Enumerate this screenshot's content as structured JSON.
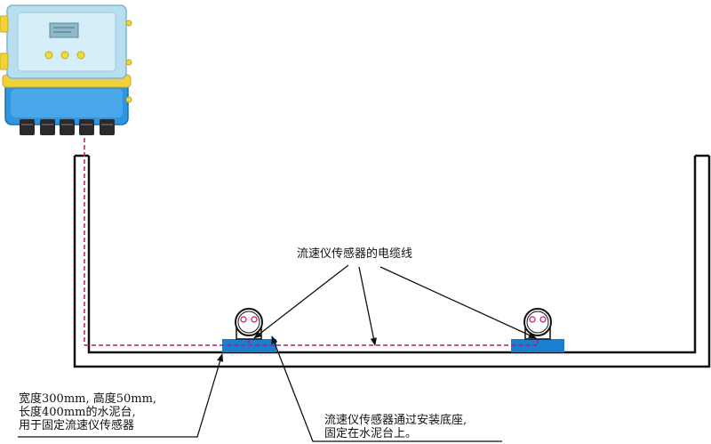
{
  "annotations": {
    "cable": "流速仪传感器的电缆线",
    "base": [
      "宽度300mm, 高度50mm,",
      "长度400mm的水泥台,",
      "用于固定流速仪传感器"
    ],
    "mount": [
      "流速仪传感器通过安装底座,",
      "固定在水泥台上。"
    ]
  },
  "colors": {
    "channel_wall": "#111111",
    "cable": "#d01070",
    "concrete_base": "#1a7fd0",
    "enclosure_body": "#2f95e0",
    "enclosure_band": "#f2d23a",
    "enclosure_lid": "#b8dff0"
  }
}
